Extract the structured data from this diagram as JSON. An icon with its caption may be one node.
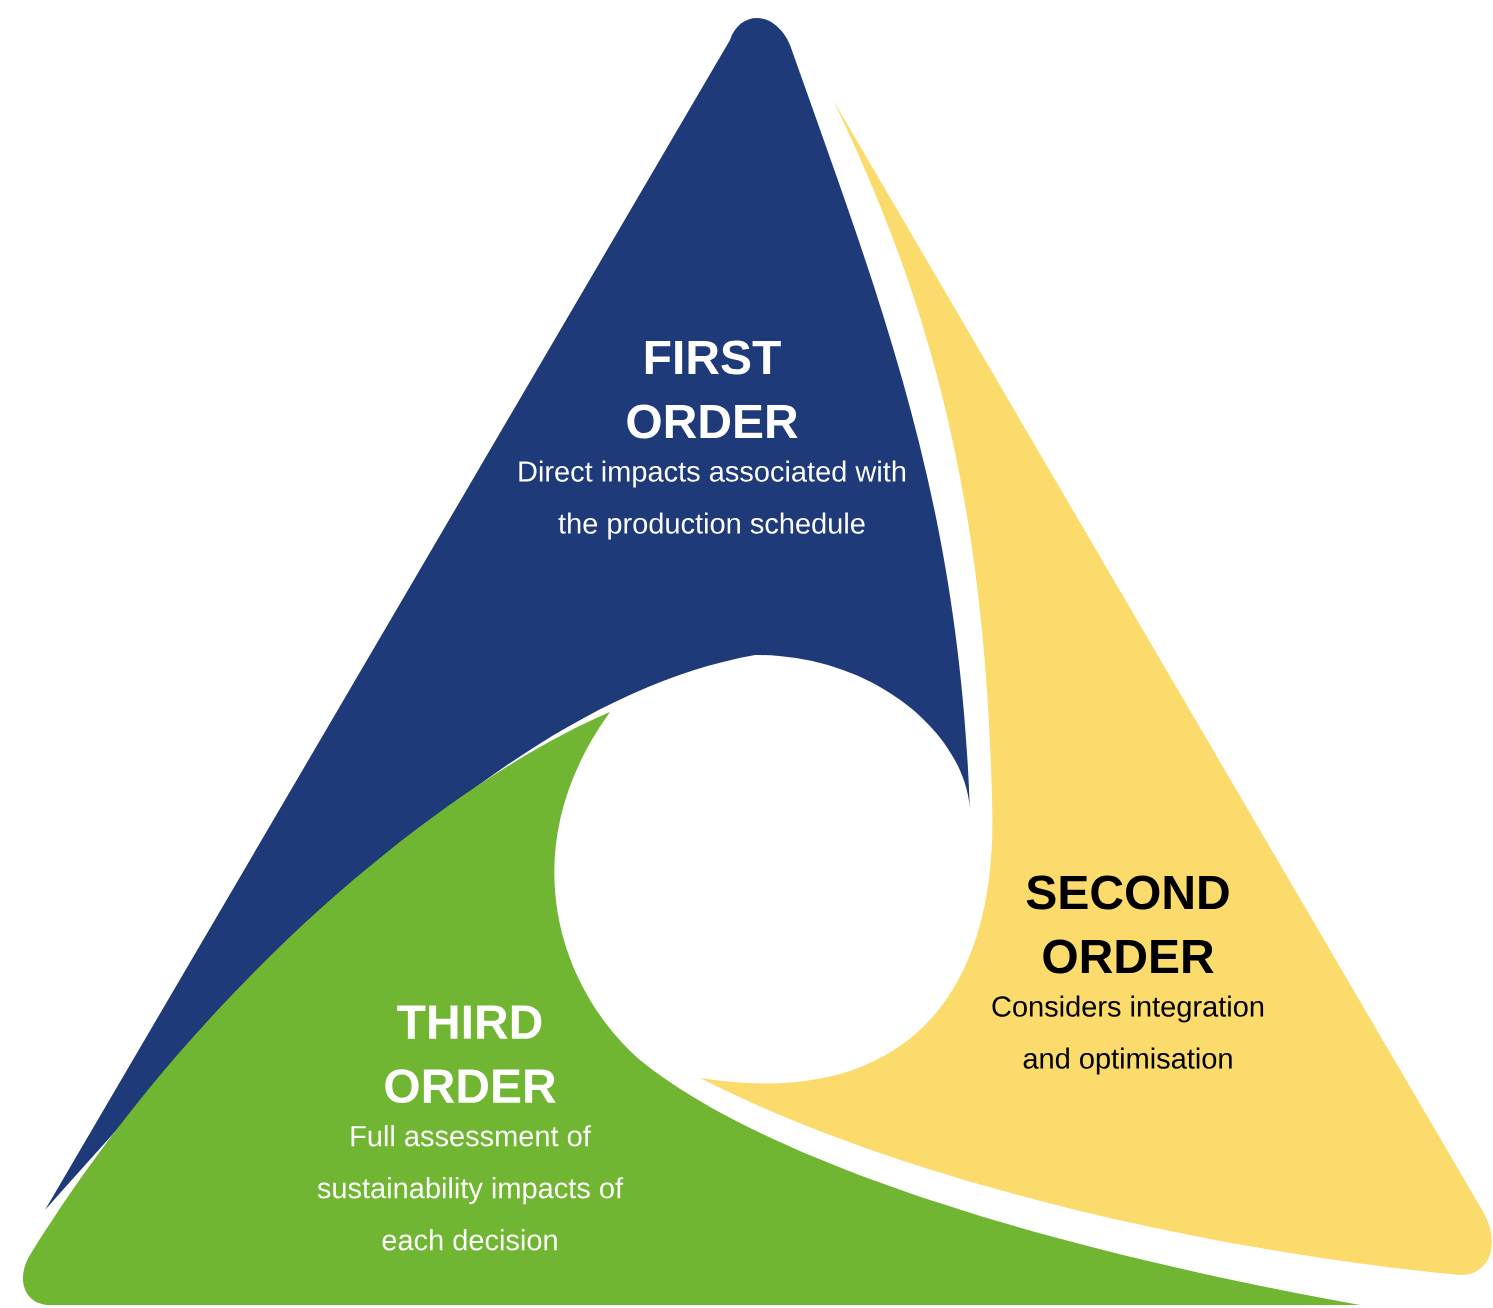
{
  "diagram": {
    "nodes": [
      {
        "text": [
          "FIRST ORDER",
          "Direct impacts associated with the production schedule"
        ]
      },
      {
        "text": [
          "SECOND ORDER",
          "Considers integration and optimisation"
        ]
      },
      {
        "text": [
          "THIRD ORDER",
          "Full assessment of sustainability impacts of each decision"
        ]
      }
    ]
  }
}
